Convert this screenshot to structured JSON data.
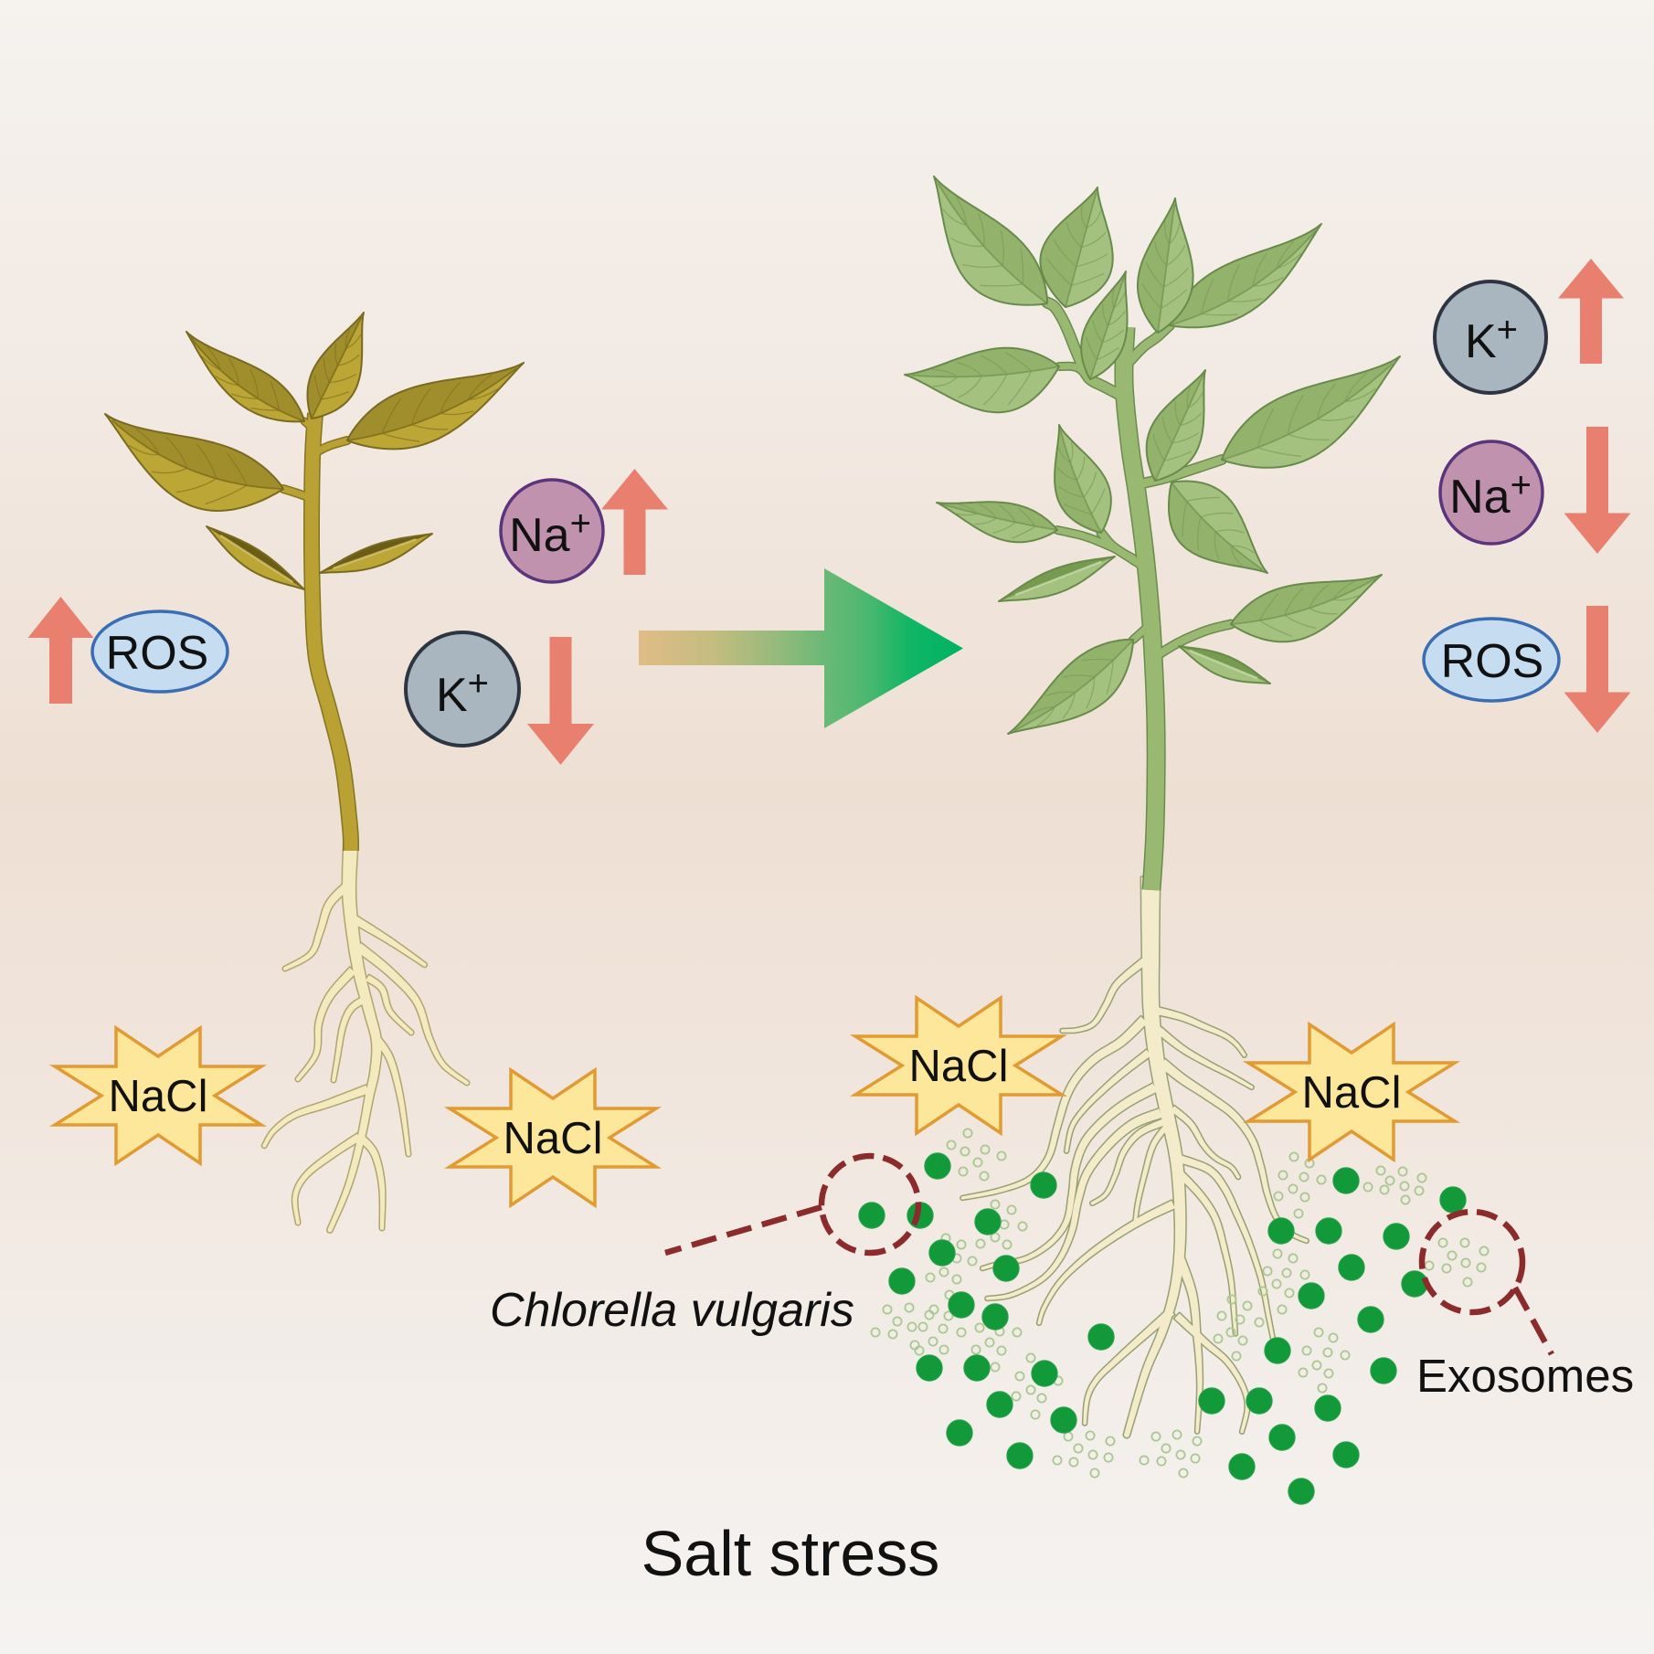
{
  "figure_title": "Salt stress",
  "left_panel": {
    "markers": [
      {
        "label": "ROS",
        "trend": "up"
      },
      {
        "label": "Na",
        "charge": "+",
        "trend": "up"
      },
      {
        "label": "K",
        "charge": "+",
        "trend": "down"
      }
    ],
    "salt_labels": [
      "NaCl",
      "NaCl"
    ]
  },
  "right_panel": {
    "markers": [
      {
        "label": "K",
        "charge": "+",
        "trend": "up"
      },
      {
        "label": "Na",
        "charge": "+",
        "trend": "down"
      },
      {
        "label": "ROS",
        "trend": "down"
      }
    ],
    "salt_labels": [
      "NaCl",
      "NaCl"
    ],
    "callouts": [
      {
        "label": "Chlorella vulgaris"
      },
      {
        "label": "Exosomes"
      }
    ]
  },
  "colors": {
    "trend_arrow": "#e9806f",
    "ros_fill": "#c6dcf0",
    "ros_outline": "#3a6db4",
    "na_fill": "#c192ad",
    "na_outline": "#5a357e",
    "k_fill": "#a9b5bf",
    "k_outline": "#2e3542",
    "nacl_fill": "#fde79b",
    "nacl_outline": "#e29a33",
    "transition_start": "#e0bc86",
    "transition_end": "#00b462",
    "left_plant_leaf": "#bca636",
    "right_plant_leaf": "#a5c180",
    "chlorella_cell": "#12993a",
    "exosome_vesicle": "#a9c88f",
    "callout": "#8c2b2b"
  }
}
